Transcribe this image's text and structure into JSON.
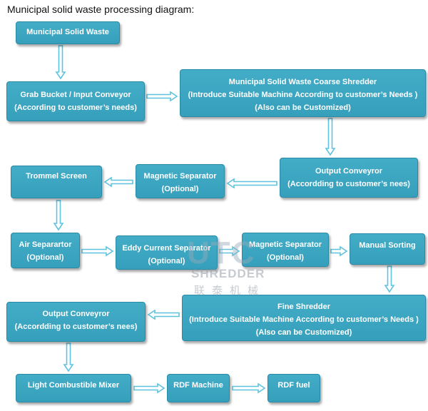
{
  "title": "Municipal solid waste processing diagram:",
  "nodes": {
    "msw": {
      "l1": "Municipal Solid Waste"
    },
    "grab": {
      "l1": "Grab Bucket / Input Conveyor",
      "l2": "(According to customer’s needs)"
    },
    "coarse": {
      "l1": "Municipal Solid Waste Coarse Shredder",
      "l2": "(Introduce Suitable Machine According to customer’s Needs )",
      "l3": "(Also can be Customized)"
    },
    "out1": {
      "l1": "Output Conveyror",
      "l2": "(Accordding to customer’s nees)"
    },
    "mag1": {
      "l1": "Magnetic Separator",
      "l2": "(Optional)"
    },
    "trommel": {
      "l1": "Trommel Screen"
    },
    "air": {
      "l1": "Air Separartor",
      "l2": "(Optional)"
    },
    "eddy": {
      "l1": "Eddy Current Separator",
      "l2": "(Optional)"
    },
    "mag2": {
      "l1": "Magnetic Separator",
      "l2": "(Optional)"
    },
    "manual": {
      "l1": "Manual Sorting"
    },
    "fine": {
      "l1": "Fine Shredder",
      "l2": "(Introduce Suitable Machine According to customer’s Needs )",
      "l3": "(Also can be Customized)"
    },
    "out2": {
      "l1": "Output Conveyror",
      "l2": "(Accordding to customer’s nees)"
    },
    "light": {
      "l1": "Light Combustible Mixer"
    },
    "rdfm": {
      "l1": "RDF Machine"
    },
    "rdff": {
      "l1": "RDF fuel"
    }
  },
  "watermark": {
    "logo": "UTC",
    "brand": "SHREDDER",
    "cn": "联泰机械"
  },
  "colors": {
    "box": "#3aa5c1",
    "border": "#2a8aa5",
    "arrow": "#5fc3df"
  }
}
